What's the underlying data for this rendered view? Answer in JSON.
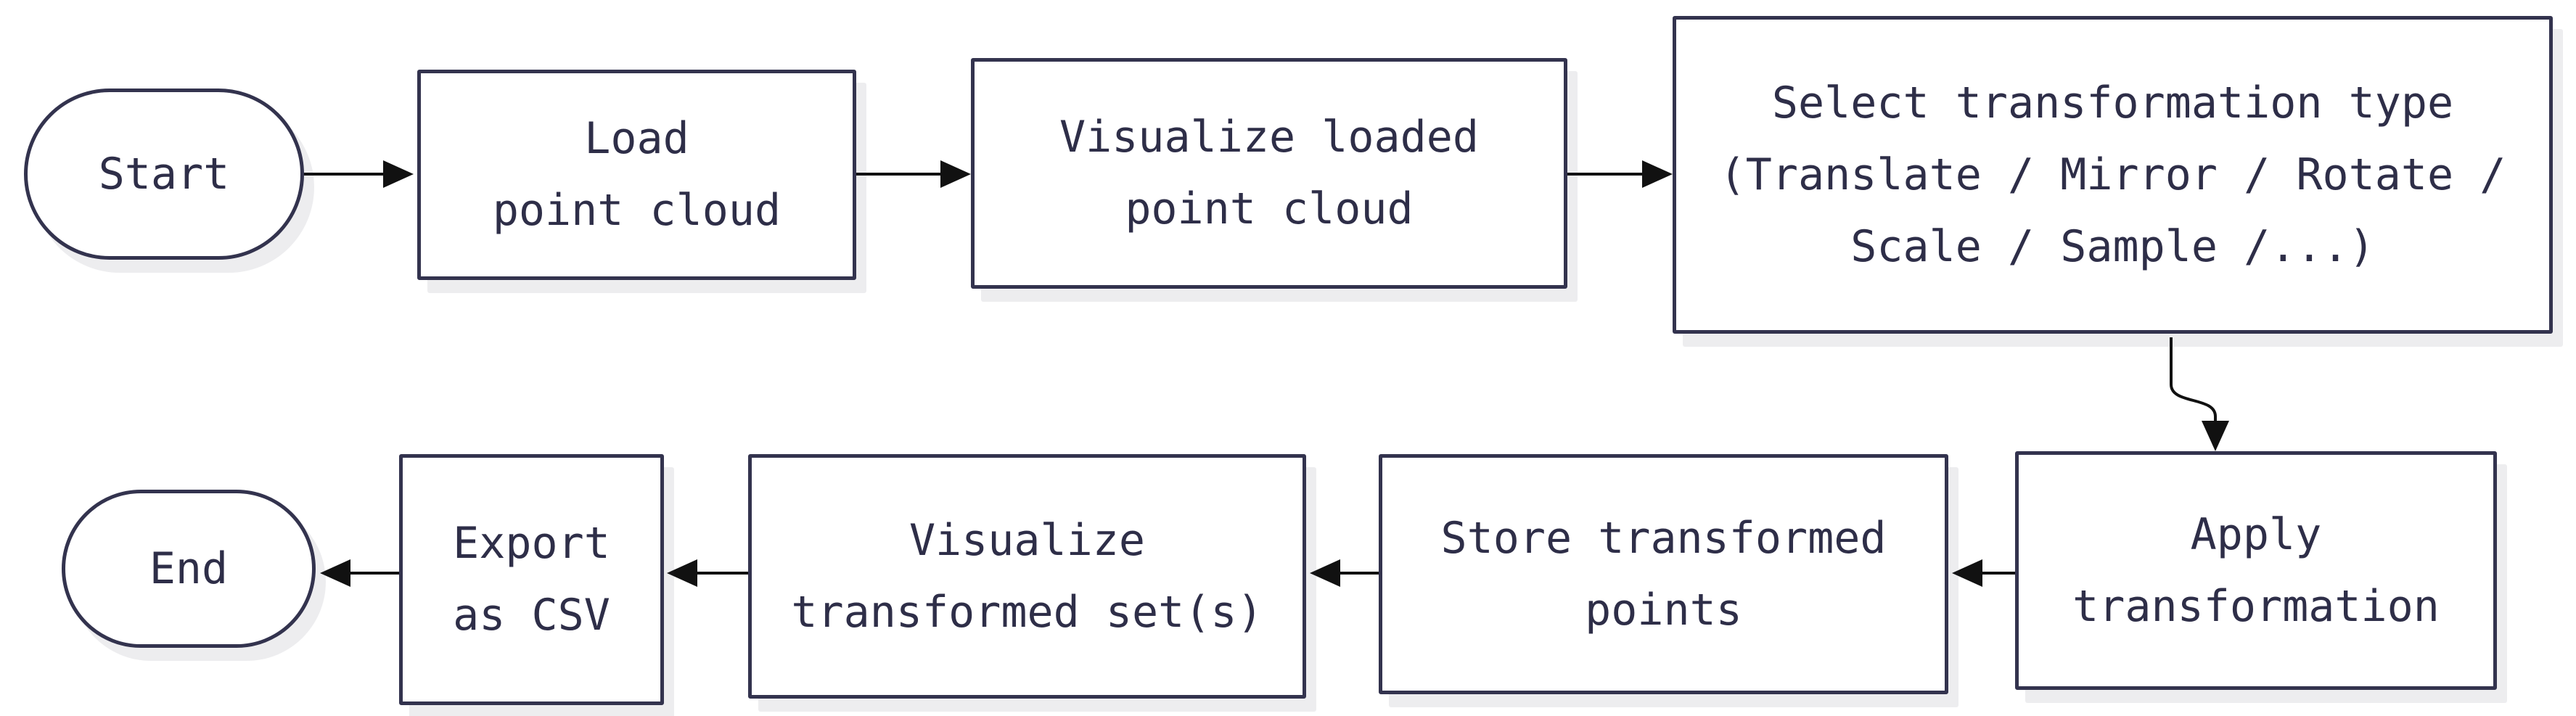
{
  "diagram": {
    "type": "flowchart",
    "background_color": "#ffffff",
    "colors": {
      "node_border": "#33334e",
      "node_fill": "#ffffff",
      "text": "#2e2e48",
      "arrow": "#111111",
      "shadow": "rgba(51,51,78,0.09)"
    },
    "nodes": [
      {
        "id": "start",
        "shape": "stadium",
        "label": "Start"
      },
      {
        "id": "load",
        "shape": "rect",
        "label": "Load\npoint cloud"
      },
      {
        "id": "visualize-loaded",
        "shape": "rect",
        "label": "Visualize loaded\npoint cloud"
      },
      {
        "id": "select-transformation",
        "shape": "rect",
        "label": "Select transformation type\n(Translate / Mirror / Rotate /\nScale / Sample /...)"
      },
      {
        "id": "apply",
        "shape": "rect",
        "label": "Apply\ntransformation"
      },
      {
        "id": "store",
        "shape": "rect",
        "label": "Store transformed\npoints"
      },
      {
        "id": "visualize-transformed",
        "shape": "rect",
        "label": "Visualize\ntransformed set(s)"
      },
      {
        "id": "export",
        "shape": "rect",
        "label": "Export\nas CSV"
      },
      {
        "id": "end",
        "shape": "stadium",
        "label": "End"
      }
    ],
    "edges": [
      {
        "from": "start",
        "to": "load"
      },
      {
        "from": "load",
        "to": "visualize-loaded"
      },
      {
        "from": "visualize-loaded",
        "to": "select-transformation"
      },
      {
        "from": "select-transformation",
        "to": "apply"
      },
      {
        "from": "apply",
        "to": "store"
      },
      {
        "from": "store",
        "to": "visualize-transformed"
      },
      {
        "from": "visualize-transformed",
        "to": "export"
      },
      {
        "from": "export",
        "to": "end"
      }
    ]
  }
}
